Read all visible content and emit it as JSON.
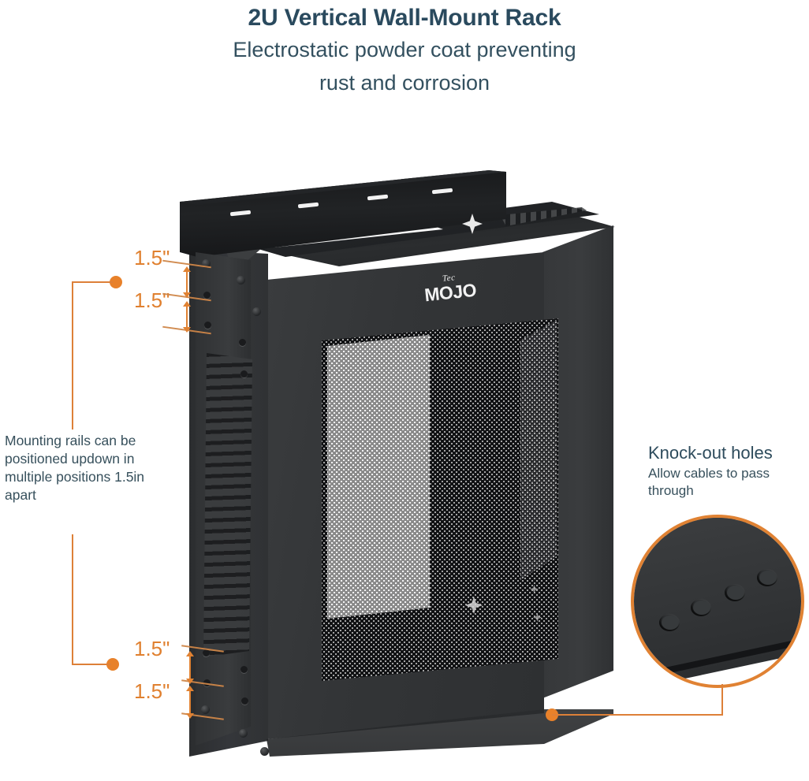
{
  "header": {
    "title": "2U Vertical Wall-Mount Rack",
    "subtitle_line1": "Electrostatic powder coat preventing",
    "subtitle_line2": "rust and corrosion"
  },
  "callouts": {
    "mounting_rails": {
      "text": "Mounting rails can be positioned updown in multiple positions 1.5in apart"
    },
    "knock_out": {
      "title": "Knock-out holes",
      "body": "Allow cables to pass through"
    }
  },
  "dimensions": {
    "top_upper": "1.5\"",
    "top_lower": "1.5\"",
    "bottom_upper": "1.5\"",
    "bottom_lower": "1.5\""
  },
  "product": {
    "brand_script": "Tec",
    "brand_name": "MOJO"
  },
  "colors": {
    "accent_orange": "#e08233",
    "heading_blue": "#2a4a5e",
    "body_text": "#37505c",
    "rack_black": "#333537",
    "background": "#ffffff"
  }
}
